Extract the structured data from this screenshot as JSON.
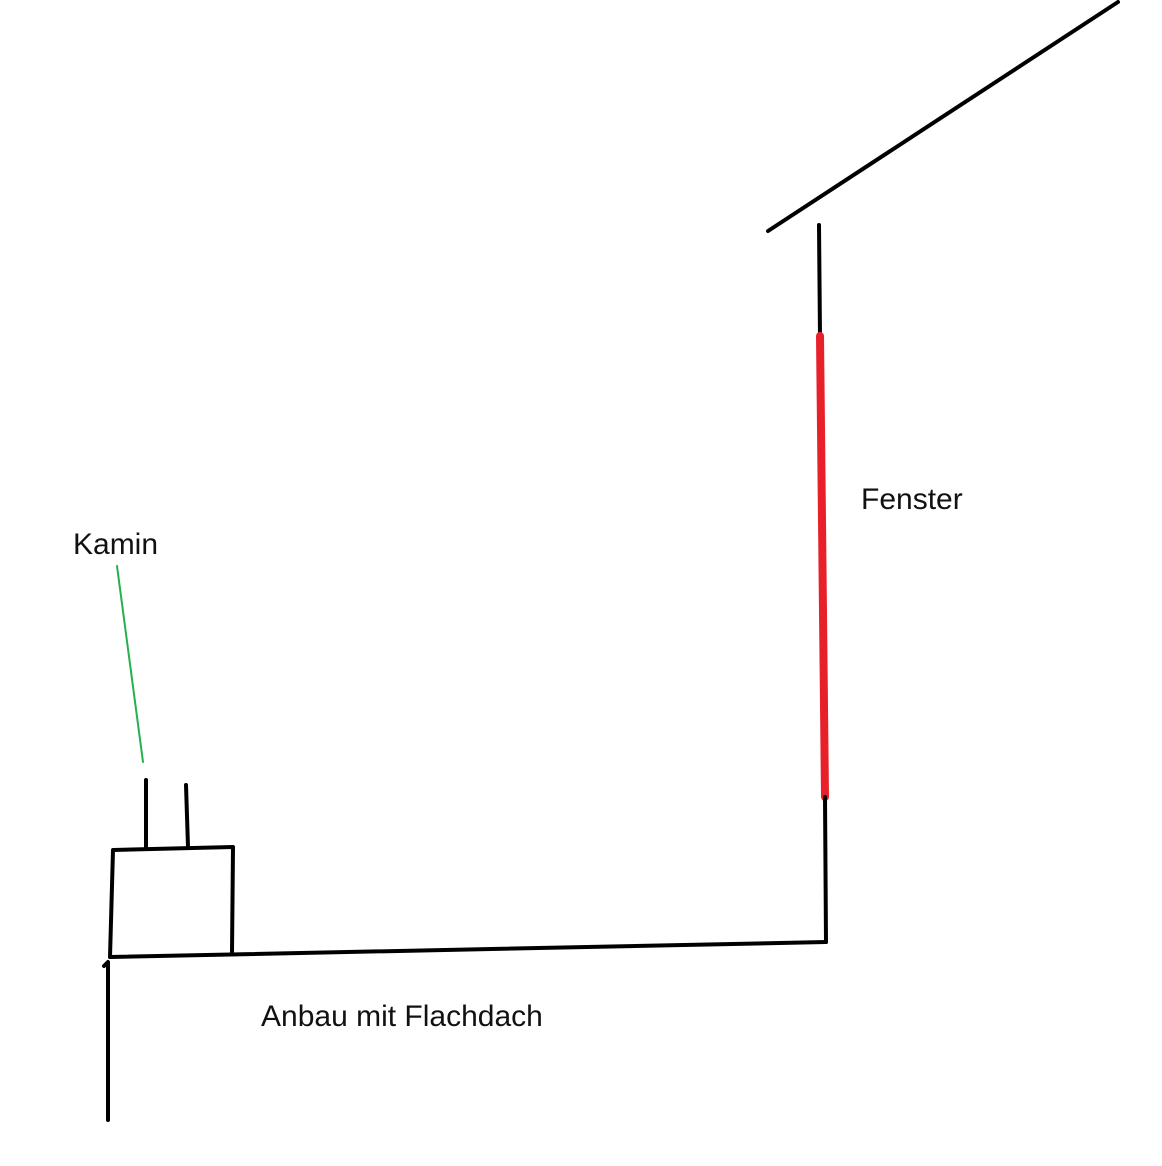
{
  "labels": {
    "window": "Fenster",
    "chimney": "Kamin",
    "annex": "Anbau mit Flachdach"
  },
  "colors": {
    "line": "#000000",
    "window": "#e8202a",
    "chimney_pointer": "#22b14c",
    "background": "#ffffff"
  }
}
